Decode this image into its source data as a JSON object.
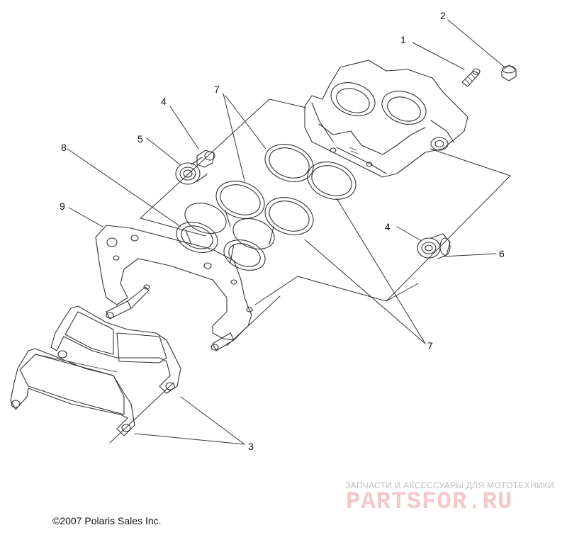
{
  "callouts": [
    "1",
    "2",
    "3",
    "4",
    "4",
    "5",
    "6",
    "7",
    "7",
    "8",
    "9"
  ],
  "copyright": "©2007 Polaris Sales Inc.",
  "watermark": {
    "caption": "ЗАПЧАСТИ И АКСЕССУАРЫ ДЛЯ МОТОТЕХНИКИ",
    "logo": "PARTSFOR.RU"
  },
  "colors": {
    "line": "#333333",
    "watermark_text": "#bdbdbd",
    "watermark_logo": "#f3c9c9"
  }
}
